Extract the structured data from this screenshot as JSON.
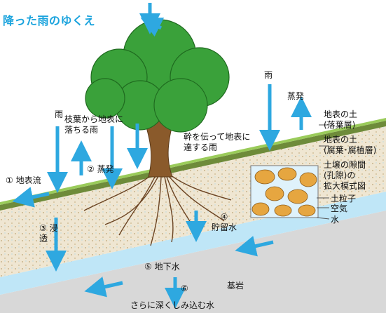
{
  "title": "降った雨のゆくえ",
  "labels": {
    "rain_left": "雨",
    "leaves_drop": "枝葉から地表に\n落ちる雨",
    "rain_right": "雨",
    "evaporation_top": "蒸発",
    "trunk_flow": "幹を伝って地表に\n達する雨",
    "surface_runoff": "① 地表流",
    "evaporation_2": "② 蒸発",
    "infiltration": "③ 浸\n透",
    "storage": "④\n貯留水",
    "groundwater": "⑤ 地下水",
    "deep_seepage_num": "⑥",
    "deep_seepage": "さらに深くしみ込む水",
    "bedrock": "基岩"
  },
  "legend": {
    "litter": "地表の土\n(落葉層)",
    "humus": "地表の土\n(腐葉･腐植層)",
    "pores_title": "土壌の隙間\n(孔隙)の\n拡大模式図",
    "particle": "土粒子",
    "air": "空気",
    "water": "水"
  },
  "colors": {
    "title": "#1aa3dd",
    "arrow": "#2ea8e0",
    "leaf": "#3aa13a",
    "trunk": "#8a5a2b",
    "soil": "#efe6d2",
    "bedrock": "#d8d8d8",
    "groundwater": "#bfe6f7",
    "grass": "#7bb34a",
    "particle": "#e6a640"
  }
}
